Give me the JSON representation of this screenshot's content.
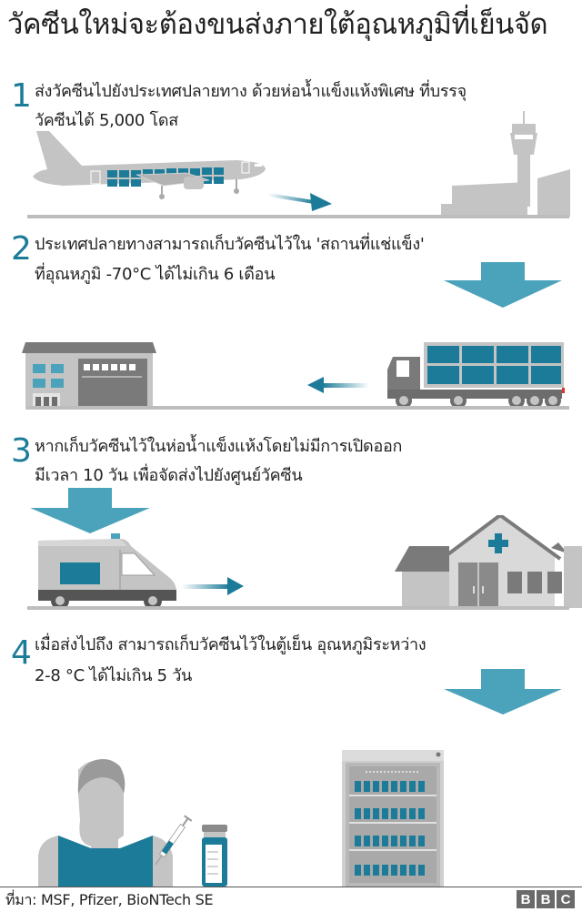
{
  "title": "วัคซีนใหม่จะต้องขนส่งภายใต้อุณหภูมิที่เย็นจัด",
  "steps": [
    {
      "number": "1",
      "text_line1": "ส่งวัคซีนไปยังประเทศปลายทาง ด้วยห่อน้ำแข็งแห้งพิเศษ ที่บรรจุ",
      "text_line2": "วัคซีนได้ 5,000 โดส"
    },
    {
      "number": "2",
      "text_line1": "ประเทศปลายทางสามารถเก็บวัคซีนไว้ใน 'สถานที่แช่แข็ง'",
      "text_line2": "ที่อุณหภูมิ -70°C ได้ไม่เกิน 6 เดือน"
    },
    {
      "number": "3",
      "text_line1": "หากเก็บวัคซีนไว้ในห่อน้ำแข็งแห้งโดยไม่มีการเปิดออก",
      "text_line2": "มีเวลา 10 วัน เพื่อจัดส่งไปยังศูนย์วัคซีน"
    },
    {
      "number": "4",
      "text_line1": "เมื่อส่งไปถึง สามารถเก็บวัคซีนไว้ในตู้เย็น อุณหภูมิระหว่าง",
      "text_line2": "2-8 °C ได้ไม่เกิน 5 วัน"
    }
  ],
  "illustrations": {
    "step1": [
      "airplane-with-vaccine-cargo",
      "arrow-right",
      "airport-control-tower"
    ],
    "step2": [
      "arrow-down",
      "warehouse",
      "arrow-left",
      "refrigerated-truck"
    ],
    "step3": [
      "arrow-down",
      "refrigerated-van",
      "arrow-right",
      "hospital-clinic"
    ],
    "step4": [
      "arrow-down",
      "person-receiving-injection",
      "syringe",
      "vaccine-vial",
      "vaccine-refrigerator"
    ]
  },
  "footer": {
    "source": "ที่มา: MSF, Pfizer, BioNTech SE",
    "logo": [
      "B",
      "B",
      "C"
    ]
  },
  "colors": {
    "accent_teal": "#1b7b98",
    "arrow_teal": "#4aa3ba",
    "gray_illustration": "#bfbfbf",
    "dark_gray": "#6d6d6d",
    "text": "#222222"
  }
}
